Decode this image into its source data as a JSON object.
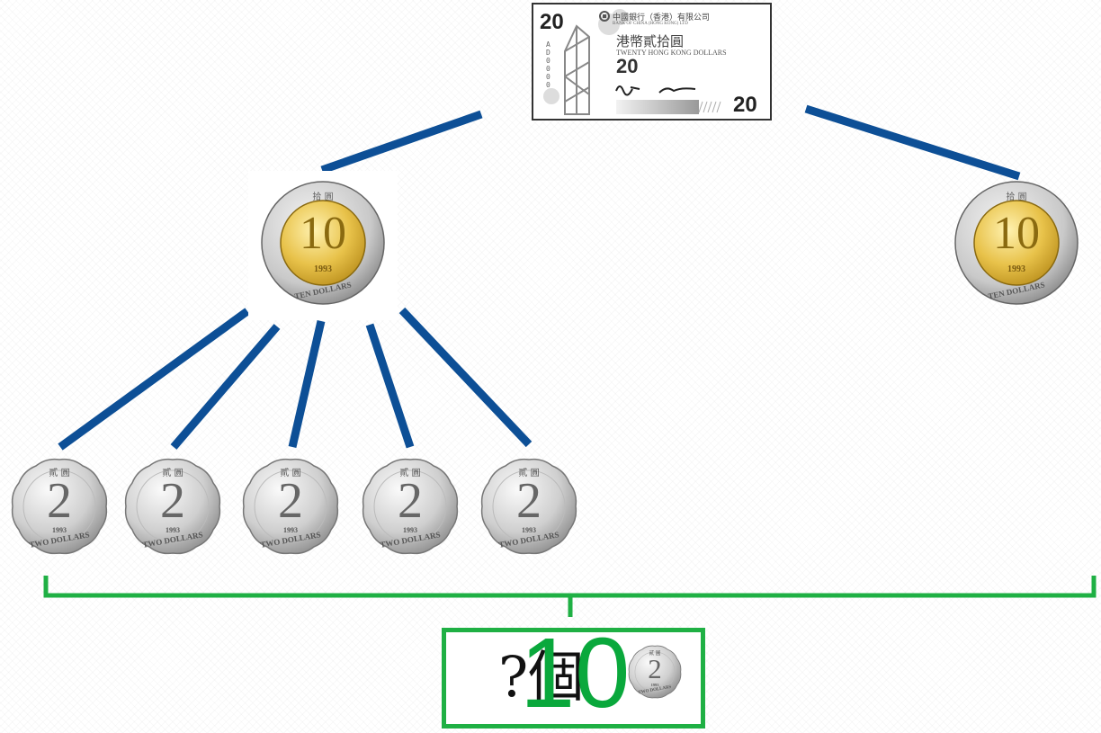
{
  "banknote": {
    "denomination": "20",
    "bank_name_chinese": "中國銀行（香港）有限公司",
    "bank_name_english": "BANK OF CHINA (HONG KONG) LTD",
    "value_chinese": "港幣貳拾圓",
    "value_english": "TWENTY HONG KONG DOLLARS",
    "serial": "AD0000"
  },
  "ten_dollar_coin": {
    "value": "10",
    "year": "1993",
    "rim_text": "TEN DOLLARS",
    "top_text": "拾 圓"
  },
  "two_dollar_coin": {
    "value": "2",
    "year": "1993",
    "rim_text": "TWO DOLLARS",
    "top_text": "貳 圓"
  },
  "answer_box": {
    "question_text": "?個",
    "answer_value": "10"
  },
  "colors": {
    "connector": "#0d4f96",
    "bracket": "#1fb044",
    "answer": "#0aa83c"
  }
}
